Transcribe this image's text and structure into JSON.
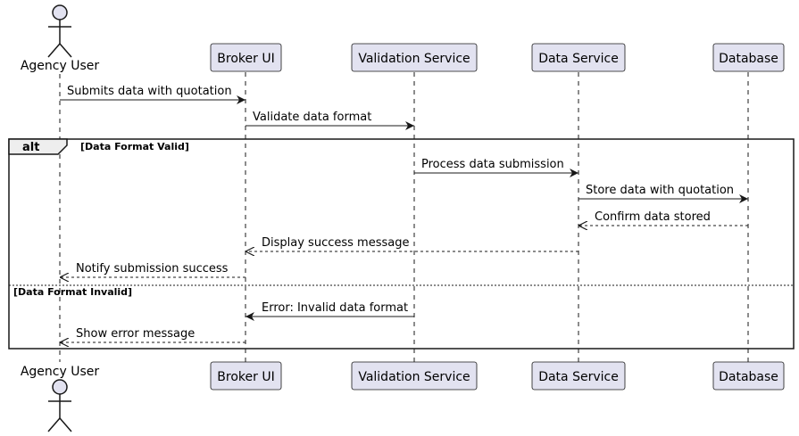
{
  "participants": [
    {
      "id": "agency",
      "label": "Agency User",
      "kind": "actor"
    },
    {
      "id": "broker",
      "label": "Broker UI",
      "kind": "participant"
    },
    {
      "id": "validation",
      "label": "Validation Service",
      "kind": "participant"
    },
    {
      "id": "dataservice",
      "label": "Data Service",
      "kind": "participant"
    },
    {
      "id": "database",
      "label": "Database",
      "kind": "participant"
    }
  ],
  "messages": [
    {
      "from": "agency",
      "to": "broker",
      "text": "Submits data with quotation",
      "style": "solid"
    },
    {
      "from": "broker",
      "to": "validation",
      "text": "Validate data format",
      "style": "solid"
    },
    {
      "from": "validation",
      "to": "dataservice",
      "text": "Process data submission",
      "style": "solid"
    },
    {
      "from": "dataservice",
      "to": "database",
      "text": "Store data with quotation",
      "style": "solid"
    },
    {
      "from": "database",
      "to": "dataservice",
      "text": "Confirm data stored",
      "style": "dashed"
    },
    {
      "from": "dataservice",
      "to": "broker",
      "text": "Display success message",
      "style": "dashed"
    },
    {
      "from": "broker",
      "to": "agency",
      "text": "Notify submission success",
      "style": "dashed"
    },
    {
      "from": "validation",
      "to": "broker",
      "text": "Error: Invalid data format",
      "style": "solid"
    },
    {
      "from": "broker",
      "to": "agency",
      "text": "Show error message",
      "style": "dashed"
    }
  ],
  "fragment": {
    "type": "alt",
    "conditions": [
      "[Data Format Valid]",
      "[Data Format Invalid]"
    ]
  },
  "colors": {
    "participant_fill": "#e2e2f0",
    "border": "#181818",
    "lifeline": "#181818"
  }
}
